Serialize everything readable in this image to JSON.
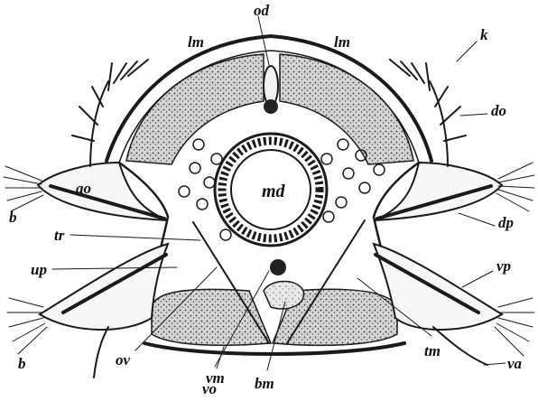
{
  "figure": {
    "labels": {
      "od": "od",
      "lm_left": "lm",
      "lm_right": "lm",
      "k": "k",
      "do": "do",
      "md": "md",
      "ao": "ao",
      "b_upper": "b",
      "tr": "tr",
      "dp": "dp",
      "vp": "vp",
      "up": "up",
      "b_lower": "b",
      "ov": "ov",
      "vm": "vm",
      "vo": "vo",
      "bm": "bm",
      "tm": "tm",
      "va": "va"
    },
    "colors": {
      "ink": "#1a1a1a",
      "muscle_fill": "#cfcfcf",
      "background": "#ffffff"
    }
  }
}
